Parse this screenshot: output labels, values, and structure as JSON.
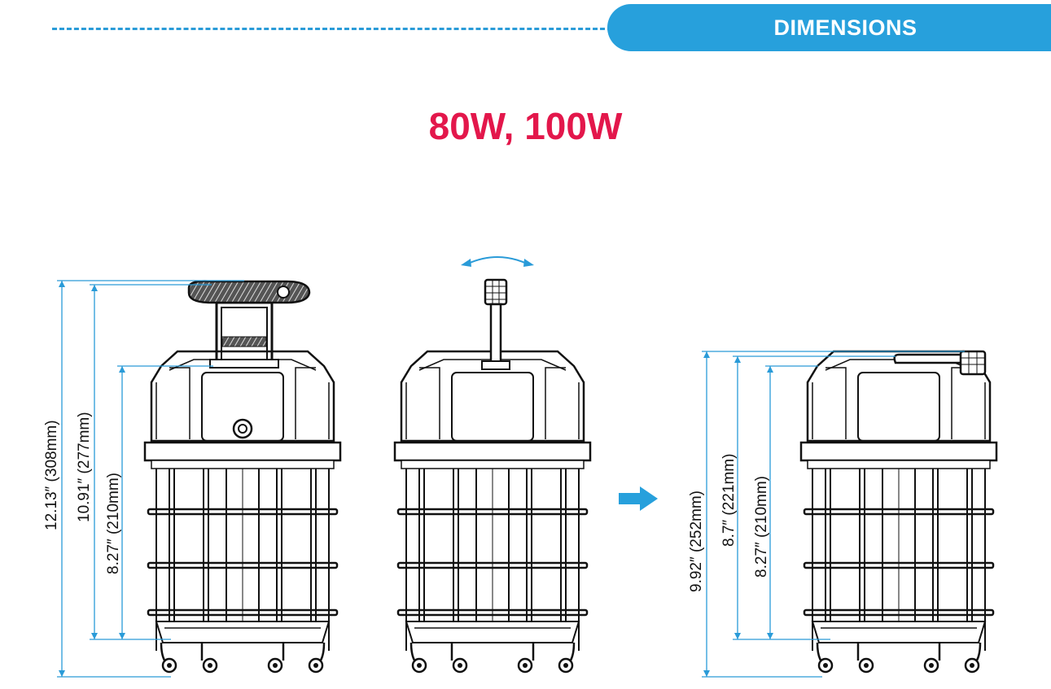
{
  "header": {
    "tab_label": "DIMENSIONS"
  },
  "title": "80W, 100W",
  "views": {
    "extended": {
      "dim_total": "12.13″ (308mm)",
      "dim_handle_top": "10.91″ (277mm)",
      "dim_body": "8.27″ (210mm)"
    },
    "side": {},
    "folded": {
      "dim_total": "9.92″ (252mm)",
      "dim_handle": "8.7″ (221mm)",
      "dim_body": "8.27″ (210mm)"
    }
  },
  "colors": {
    "accent": "#27a0dc",
    "title": "#e3174b",
    "dimension_line": "#2a9bd8",
    "drawing": "#111111"
  },
  "icons": [
    "arrow-right-icon",
    "rotate-arrow-icon"
  ]
}
